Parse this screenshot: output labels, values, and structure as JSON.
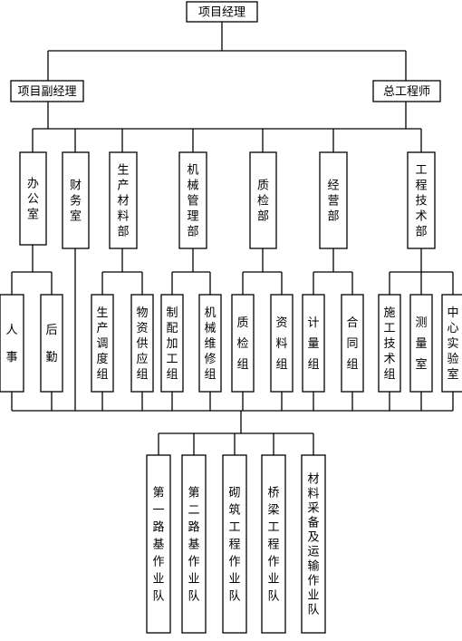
{
  "diagram": {
    "top": "项目经理",
    "deputy_left": "项目副经理",
    "deputy_right": "总工程师",
    "departments": [
      "办公室",
      "财务室",
      "生产材料部",
      "机械管理部",
      "质检部",
      "经营部",
      "工程技术部"
    ],
    "groups": [
      "人事",
      "后勤",
      "生产调度组",
      "物资供应组",
      "制配加工组",
      "机械维修组",
      "质检组",
      "资料组",
      "计量组",
      "合同组",
      "施工技术组",
      "测量室",
      "中心实验室"
    ],
    "teams": [
      "第一路基作业队",
      "第二路基作业队",
      "砌筑工程作业队",
      "桥梁工程作业队",
      "材料采备及运输作业队"
    ]
  },
  "colors": {
    "line": "#000000",
    "box_fill": "#ffffff",
    "text": "#000000"
  }
}
